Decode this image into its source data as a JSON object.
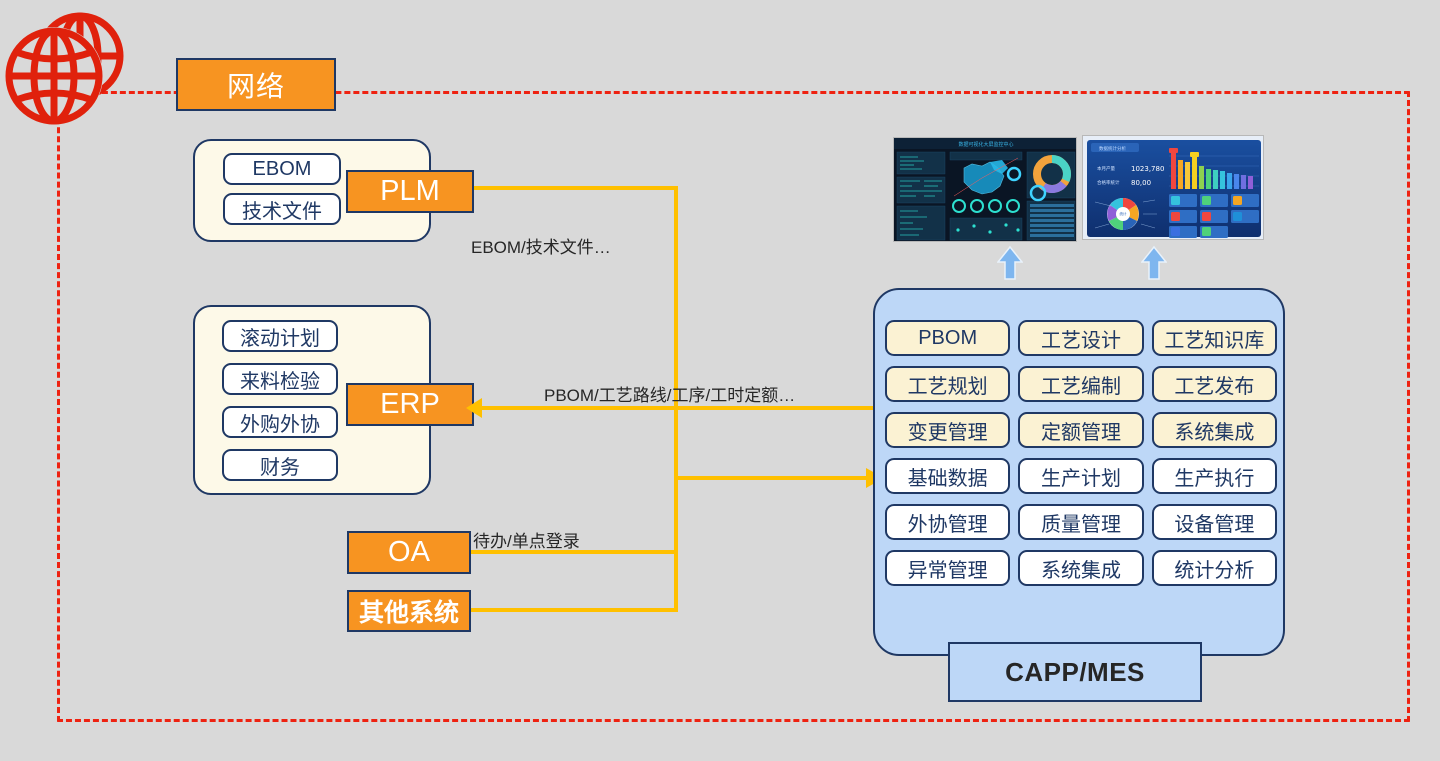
{
  "diagram": {
    "title_tag": "网络",
    "boundary_style": "red-dashed",
    "accent_orange": "#f79421",
    "accent_navy": "#1f3864",
    "accent_yellow": "#ffc000",
    "accent_blue_panel": "#bdd7f7",
    "accent_cream": "#fbf2d3",
    "accent_red": "#ee2211"
  },
  "globe": {
    "icon": "globe-network-icon",
    "color": "#e0210c"
  },
  "plm": {
    "tag": "PLM",
    "items": [
      {
        "label": "EBOM"
      },
      {
        "label": "技术文件"
      }
    ]
  },
  "erp": {
    "tag": "ERP",
    "items": [
      {
        "label": "滚动计划"
      },
      {
        "label": "来料检验"
      },
      {
        "label": "外购外协"
      },
      {
        "label": "财务"
      }
    ]
  },
  "oa": {
    "tag": "OA"
  },
  "other": {
    "tag": "其他系统"
  },
  "flows": [
    {
      "id": "flow-plm",
      "label": "EBOM/技术文件…"
    },
    {
      "id": "flow-erp",
      "label": "PBOM/工艺路线/工序/工时定额…"
    },
    {
      "id": "flow-oa",
      "label": "待办/单点登录"
    }
  ],
  "mes": {
    "title": "CAPP/MES",
    "cells": [
      {
        "label": "PBOM",
        "tone": "cream"
      },
      {
        "label": "工艺设计",
        "tone": "cream"
      },
      {
        "label": "工艺知识库",
        "tone": "cream"
      },
      {
        "label": "工艺规划",
        "tone": "cream"
      },
      {
        "label": "工艺编制",
        "tone": "cream"
      },
      {
        "label": "工艺发布",
        "tone": "cream"
      },
      {
        "label": "变更管理",
        "tone": "cream"
      },
      {
        "label": "定额管理",
        "tone": "cream"
      },
      {
        "label": "系统集成",
        "tone": "cream"
      },
      {
        "label": "基础数据",
        "tone": "white"
      },
      {
        "label": "生产计划",
        "tone": "white"
      },
      {
        "label": "生产执行",
        "tone": "white"
      },
      {
        "label": "外协管理",
        "tone": "white"
      },
      {
        "label": "质量管理",
        "tone": "white"
      },
      {
        "label": "设备管理",
        "tone": "white"
      },
      {
        "label": "异常管理",
        "tone": "white"
      },
      {
        "label": "系统集成",
        "tone": "white"
      },
      {
        "label": "统计分析",
        "tone": "white"
      }
    ]
  },
  "dashboards": [
    {
      "id": "dashboard-map-analytics",
      "kind": "dark-map-dashboard"
    },
    {
      "id": "dashboard-bar-analytics",
      "kind": "blue-bar-dashboard"
    }
  ]
}
